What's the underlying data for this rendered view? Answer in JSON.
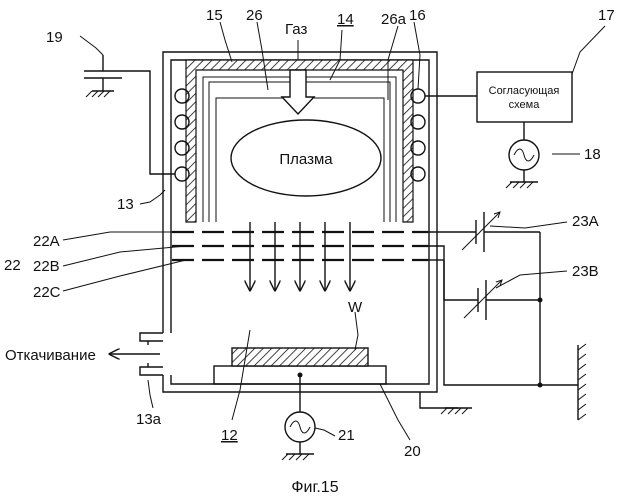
{
  "labels": {
    "gas": "Газ",
    "plasma": "Плазма",
    "matching_line1": "Согласующая",
    "matching_line2": "схема",
    "pump": "Откачивание",
    "wafer": "W",
    "caption": "Фиг.15"
  },
  "refs": {
    "r12": "12",
    "r13": "13",
    "r13a": "13a",
    "r14": "14",
    "r15": "15",
    "r16": "16",
    "r17": "17",
    "r18": "18",
    "r19": "19",
    "r20": "20",
    "r21": "21",
    "r22": "22",
    "r22A": "22A",
    "r22B": "22B",
    "r22C": "22C",
    "r23A": "23A",
    "r23B": "23B",
    "r26": "26",
    "r26a": "26a"
  }
}
